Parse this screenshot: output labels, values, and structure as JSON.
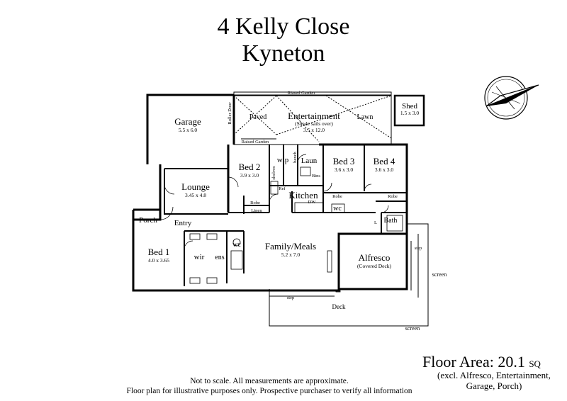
{
  "title": {
    "line1": "4 Kelly Close",
    "line2": "Kyneton"
  },
  "rooms": {
    "garage": {
      "name": "Garage",
      "dim": "5.5 x 6.0"
    },
    "lounge": {
      "name": "Lounge",
      "dim": "3.45 x 4.8"
    },
    "bed2": {
      "name": "Bed 2",
      "dim": "3.9 x 3.0"
    },
    "entertainment": {
      "name": "Entertainment",
      "sub": "(Shade sails over)",
      "dim": "3.5 x 12.0"
    },
    "paved": "Paved",
    "lawn": "Lawn",
    "shed": {
      "name": "Shed",
      "dim": "1.5 x 3.0"
    },
    "wip": "wip",
    "laun": "Laun",
    "bed3": {
      "name": "Bed 3",
      "dim": "3.6 x 3.0"
    },
    "bed4": {
      "name": "Bed 4",
      "dim": "3.6 x 3.0"
    },
    "kitchen": "Kitchen",
    "porch": "Porch",
    "entry": "Entry",
    "bed1": {
      "name": "Bed 1",
      "dim": "4.0 x 3.65"
    },
    "wir": "wir",
    "ens": "ens",
    "wc_ens": "wc",
    "family": {
      "name": "Family/Meals",
      "dim": "5.2 x 7.0"
    },
    "alfresco": {
      "name": "Alfresco",
      "sub": "(Covered Deck)"
    },
    "deck": "Deck",
    "bath": "Bath",
    "wc": "wc"
  },
  "labels": {
    "riased_garden": "Riased Garden",
    "raised_garden": "Raised Garden",
    "roller_door": "Roller Door",
    "shelves": "shelves",
    "bench": "bench",
    "bins": "Bins",
    "ref": "Ref",
    "robe": "Robe",
    "linen": "Linen",
    "dw": "DW",
    "l": "L",
    "step": "step",
    "screen": "screen"
  },
  "floor_area": {
    "label": "Floor Area: 20.1",
    "unit": "SQ",
    "note": "(excl. Alfresco, Entertainment, Garage, Porch)"
  },
  "disclaimer": {
    "line1": "Not to scale. All measurements are approximate.",
    "line2": "Floor plan for illustrative purposes only. Prospective purchaser to verify all information"
  }
}
